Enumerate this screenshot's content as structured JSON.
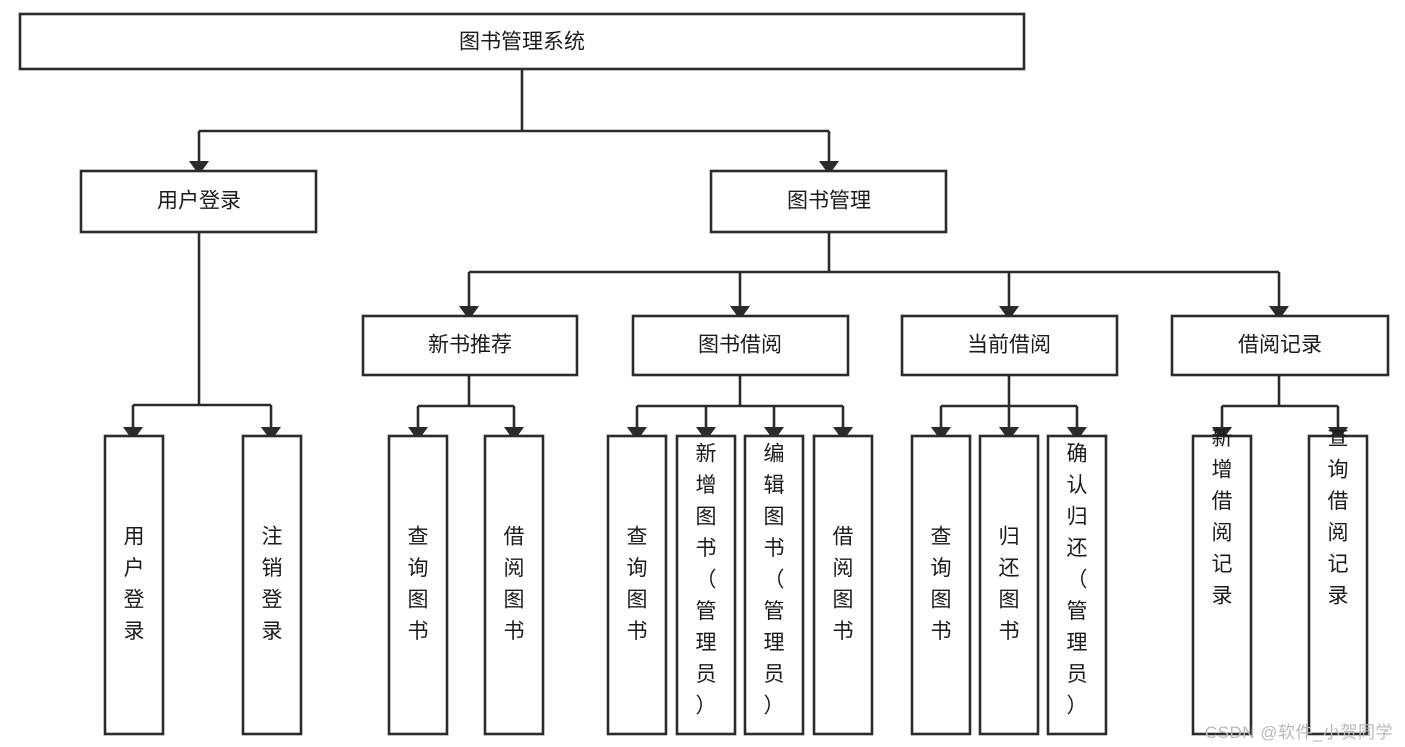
{
  "diagram": {
    "title": "图书管理系统",
    "type": "tree-hierarchy-diagram",
    "watermark": "CSDN @软件_小贺同学",
    "colors": {
      "stroke": "#2b2b2b",
      "fill": "#ffffff",
      "text": "#1b1b1b",
      "watermark": "#b9b9b9",
      "background": "#ffffff"
    },
    "root": {
      "label": "图书管理系统"
    },
    "level2": [
      {
        "label": "用户登录"
      },
      {
        "label": "图书管理"
      }
    ],
    "level3": [
      {
        "label": "新书推荐"
      },
      {
        "label": "图书借阅"
      },
      {
        "label": "当前借阅"
      },
      {
        "label": "借阅记录"
      }
    ],
    "leaves": {
      "user_login": [
        {
          "label": "用户登录"
        },
        {
          "label": "注销登录"
        }
      ],
      "new_book_recommend": [
        {
          "label": "查询图书"
        },
        {
          "label": "借阅图书"
        }
      ],
      "book_borrow": [
        {
          "label": "查询图书"
        },
        {
          "label": "新增图书（管理员）"
        },
        {
          "label": "编辑图书（管理员）"
        },
        {
          "label": "借阅图书"
        }
      ],
      "current_borrow": [
        {
          "label": "查询图书"
        },
        {
          "label": "归还图书"
        },
        {
          "label": "确认归还（管理员）"
        }
      ],
      "borrow_record": [
        {
          "label": "新增借阅记录"
        },
        {
          "label": "查询借阅记录"
        }
      ]
    }
  }
}
